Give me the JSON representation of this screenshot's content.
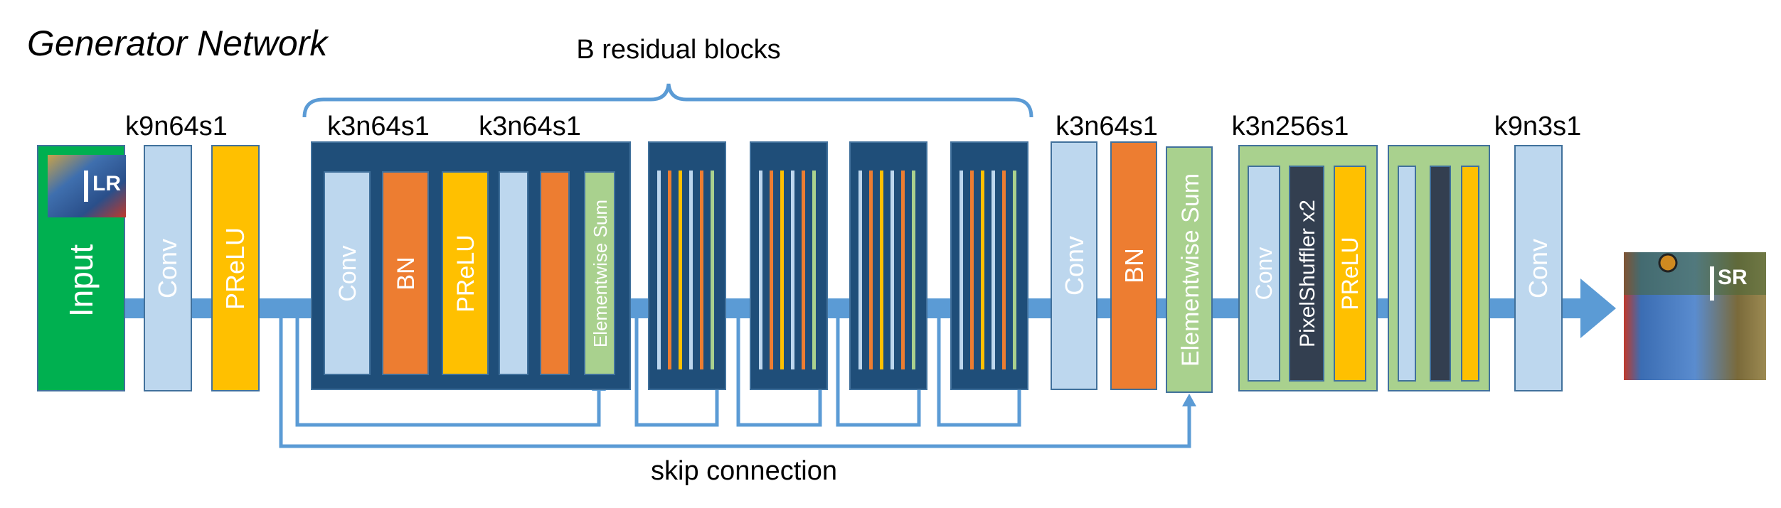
{
  "title": "Generator Network",
  "brace_label": "B residual blocks",
  "skip_label": "skip connection",
  "kernel_labels": {
    "input_conv": "k9n64s1",
    "res_conv1": "k3n64s1",
    "res_conv2": "k3n64s1",
    "post_conv": "k3n64s1",
    "upsample": "k3n256s1",
    "final_conv": "k9n3s1"
  },
  "blocks": {
    "input": "Input",
    "lr_tag": "LR",
    "sr_tag": "SR",
    "conv": "Conv",
    "prelu": "PReLU",
    "bn": "BN",
    "elementwise_sum": "Elementwise Sum",
    "pixel_shuffler": "PixelShuffler x2"
  },
  "colors": {
    "input_green": "#00b050",
    "conv_blue": "#bdd7ee",
    "prelu_orange": "#ffc000",
    "bn_orange": "#ed7d31",
    "sum_green": "#a9d18e",
    "dark_navy": "#1f4e79",
    "pixelshuffle_dark": "#333f50",
    "flow_blue": "#5b9bd5",
    "outline_blue": "#41719c"
  }
}
